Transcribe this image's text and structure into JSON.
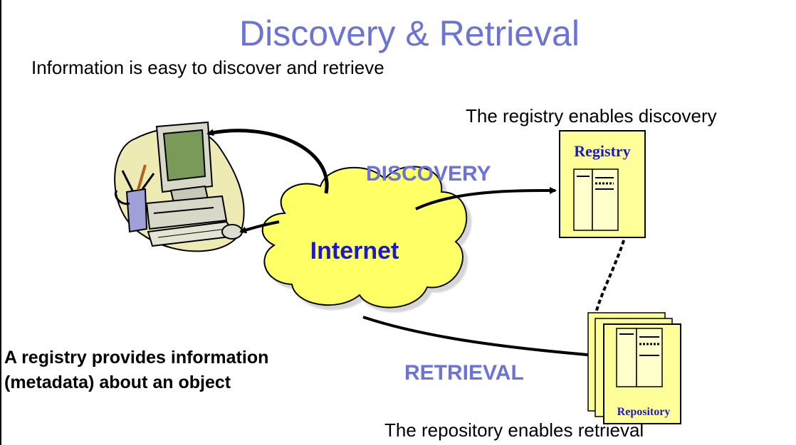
{
  "slide": {
    "title": "Discovery & Retrieval",
    "subtitle": "Information is easy to discover and retrieve",
    "registry_caption": "The registry enables discovery",
    "repository_caption": "The repository enables retrieval",
    "registry_description_line1": "A registry provides information",
    "registry_description_line2": "(metadata) about an object"
  },
  "diagram": {
    "cloud_label": "Internet",
    "discovery_label": "DISCOVERY",
    "retrieval_label": "RETRIEVAL",
    "registry_label": "Registry",
    "repository_label": "Repository"
  },
  "colors": {
    "title": "#6b73d6",
    "keyword": "#6b73d6",
    "cloud_fill": "#ffff66",
    "box_fill": "#ffff99",
    "box_label": "#1a1acc",
    "computer_screen": "#7a9a5a",
    "blob": "#eeeab4"
  }
}
